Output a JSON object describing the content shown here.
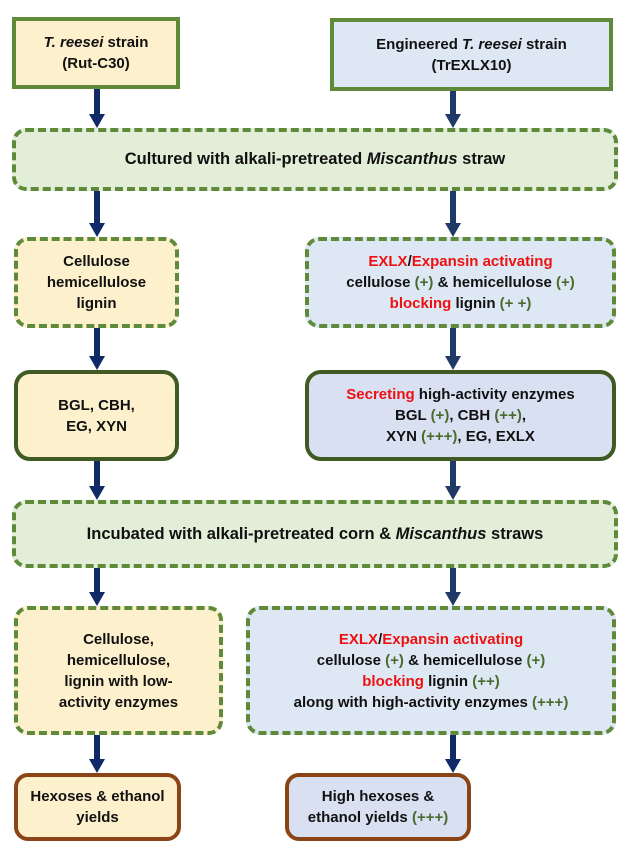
{
  "colors": {
    "arrow_left": "#0f2a66",
    "arrow_right": "#1f3a66",
    "highlight_red": "#ee1111",
    "plus_green": "#4a6a2e",
    "border_green": "#5e8a3a",
    "border_brown": "#8a4416"
  },
  "left": {
    "strain": {
      "italic": "T. reesei",
      "rest": " strain",
      "line2": "(Rut-C30)"
    },
    "substrates": [
      "Cellulose",
      "hemicellulose",
      "lignin"
    ],
    "enzymes": [
      "BGL, CBH,",
      "EG,  XYN"
    ],
    "incubation_result": [
      "Cellulose,",
      "hemicellulose,",
      "lignin with low-",
      "activity enzymes"
    ],
    "yield": [
      "Hexoses & ethanol",
      "yields"
    ]
  },
  "right": {
    "strain": {
      "prefix": "Engineered ",
      "italic": "T. reesei",
      "rest": " strain",
      "line2": "(TrEXLX10)"
    },
    "activation": {
      "l1_red1": "EXLX",
      "l1_sep": "/",
      "l1_red2": "Expansin activating",
      "l2_a": "cellulose ",
      "l2_p1": "(+)",
      "l2_b": " & hemicellulose ",
      "l2_p2": "(+)",
      "l3_red": "blocking",
      "l3_a": " lignin ",
      "l3_p": "(+ +)"
    },
    "secretion": {
      "l1_red": "Secreting",
      "l1_rest": " high-activity enzymes",
      "l2_a": "BGL ",
      "l2_p1": "(+)",
      "l2_b": ", CBH ",
      "l2_p2": "(++)",
      "l2_c": ",",
      "l3_a": "XYN ",
      "l3_p": "(+++)",
      "l3_b": ", EG, EXLX"
    },
    "incubation_result": {
      "l1_red1": "EXLX",
      "l1_sep": "/",
      "l1_red2": "Expansin activating",
      "l2_a": "cellulose ",
      "l2_p1": "(+)",
      "l2_b": " & hemicellulose ",
      "l2_p2": "(+)",
      "l3_red": "blocking",
      "l3_a": " lignin ",
      "l3_p": "(++)",
      "l4_a": "along with high-activity enzymes ",
      "l4_p": "(+++)"
    },
    "yield": {
      "l1": "High hexoses &",
      "l2_a": "ethanol yields ",
      "l2_p": "(+++)"
    }
  },
  "shared": {
    "culture": {
      "a": "Cultured with alkali-pretreated ",
      "italic": "Miscanthus",
      "b": " straw"
    },
    "incubation": {
      "a": "Incubated with alkali-pretreated corn & ",
      "italic": "Miscanthus",
      "b": " straws"
    }
  }
}
